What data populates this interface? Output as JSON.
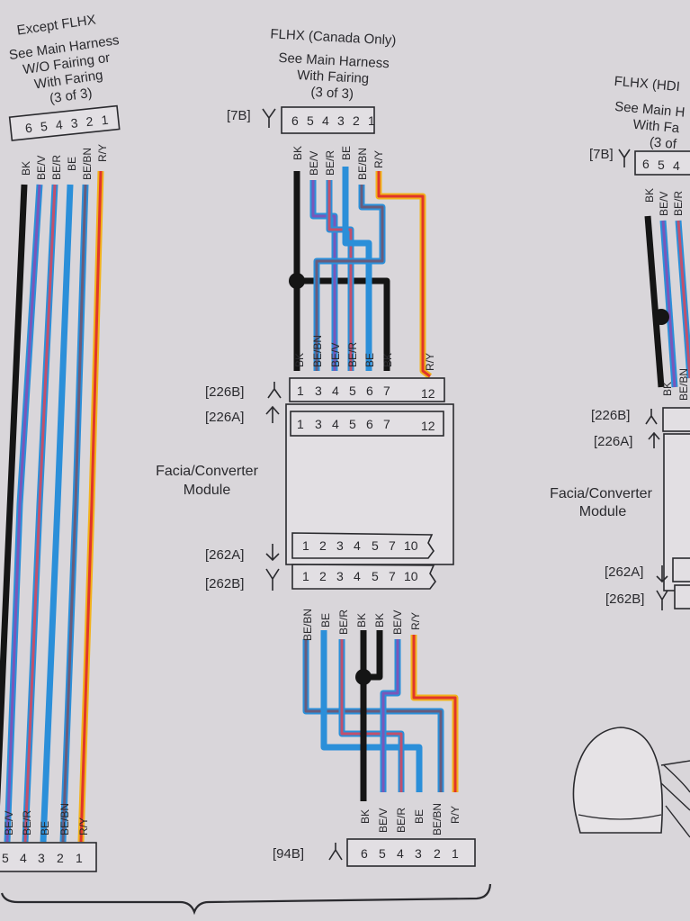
{
  "wire_colors": {
    "BK": "#151515",
    "BE": "#2b8fd9",
    "V": "#7b56b8",
    "R": "#c2506c",
    "BN": "#6a5b7a",
    "RED": "#e0352b",
    "YEL": "#f2b21c"
  },
  "left": {
    "title": "Except FLHX",
    "note": [
      "See Main Harness",
      "W/O Fairing or",
      "With Faring",
      "(3 of 3)"
    ],
    "top_pins": [
      "6",
      "5",
      "4",
      "3",
      "2",
      "1"
    ],
    "top_wire_labels": [
      "BK",
      "BE/V",
      "BE/R",
      "BE",
      "BE/BN",
      "R/Y"
    ],
    "bottom_wire_labels": [
      "BE/V",
      "BE/R",
      "BE",
      "BE/BN",
      "R/Y"
    ],
    "bottom_pins": [
      "5",
      "4",
      "3",
      "2",
      "1"
    ]
  },
  "middle": {
    "title": "FLHX (Canada Only)",
    "note": [
      "See Main Harness",
      "With Fairing",
      "(3 of 3)"
    ],
    "c7b": {
      "label": "[7B]",
      "pins": [
        "6",
        "5",
        "4",
        "3",
        "2",
        "1"
      ],
      "wire_labels": [
        "BK",
        "BE/V",
        "BE/R",
        "BE",
        "BE/BN",
        "R/Y"
      ]
    },
    "above_226b_labels": [
      "BK",
      "BE/BN",
      "BE/V",
      "BE/R",
      "BE",
      "BK",
      "R/Y"
    ],
    "c226b": {
      "label": "[226B]",
      "pins": [
        "1",
        "3",
        "4",
        "5",
        "6",
        "7",
        "12"
      ]
    },
    "c226a": {
      "label": "[226A]",
      "pins": [
        "1",
        "3",
        "4",
        "5",
        "6",
        "7",
        "12"
      ]
    },
    "module": [
      "Facia/Converter",
      "Module"
    ],
    "c262a": {
      "label": "[262A]",
      "pins": [
        "1",
        "2",
        "3",
        "4",
        "5",
        "7",
        "10"
      ]
    },
    "c262b": {
      "label": "[262B]",
      "pins": [
        "1",
        "2",
        "3",
        "4",
        "5",
        "7",
        "10"
      ]
    },
    "below_262b_labels": [
      "BE/BN",
      "BE",
      "BE/R",
      "BK",
      "BK",
      "BE/V",
      "R/Y"
    ],
    "above_94b_labels": [
      "BK",
      "BE/V",
      "BE/R",
      "BE",
      "BE/BN",
      "R/Y"
    ],
    "c94b": {
      "label": "[94B]",
      "pins": [
        "6",
        "5",
        "4",
        "3",
        "2",
        "1"
      ]
    }
  },
  "right": {
    "title": "FLHX (HDI",
    "note": [
      "See Main H",
      "With Fa",
      "(3 of"
    ],
    "c7b": {
      "label": "[7B]",
      "pins": [
        "6",
        "5",
        "4"
      ]
    },
    "wire_labels": [
      "BK",
      "BE/V",
      "BE/R"
    ],
    "above_226b_labels": [
      "BK",
      "BE/BN"
    ],
    "c226b_label": "[226B]",
    "c226a_label": "[226A]",
    "module": [
      "Facia/Converter",
      "Module"
    ],
    "c262a_label": "[262A]",
    "c262b_label": "[262B]"
  }
}
